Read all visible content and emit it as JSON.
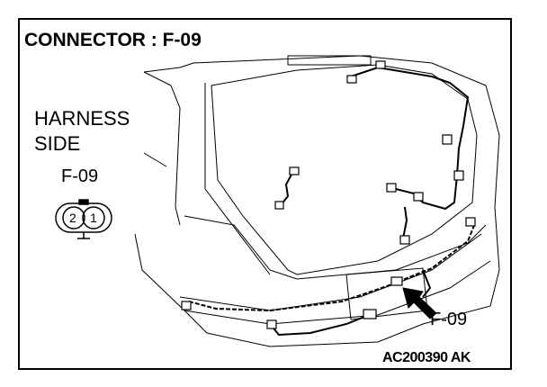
{
  "title": "CONNECTOR : F-09",
  "harness_label": [
    "HARNESS",
    "SIDE"
  ],
  "connector_id": "F-09",
  "connector_pins": [
    "2",
    "1"
  ],
  "callout_label": "F-09",
  "figure_code": "AC200390 AK"
}
